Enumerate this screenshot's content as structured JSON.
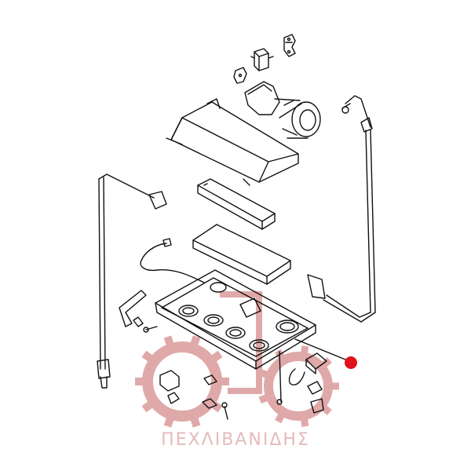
{
  "watermark": {
    "brand_text": "ΠΕΧΛΙΒΑΝΙΔΗΣ",
    "color": "#e0a9a9"
  },
  "diagram": {
    "line_color": "#111111",
    "callout_marker_color": "#e0121c",
    "components": [
      "switch-bracket",
      "blower-fan",
      "control-panel-housing",
      "circuit-board",
      "power-board",
      "wire-harness",
      "gas-pipe-left",
      "gas-pipe-right",
      "burner-cooktop-plate",
      "ignition-knob",
      "thermocouple-probe",
      "bottom-brackets",
      "screw"
    ]
  }
}
